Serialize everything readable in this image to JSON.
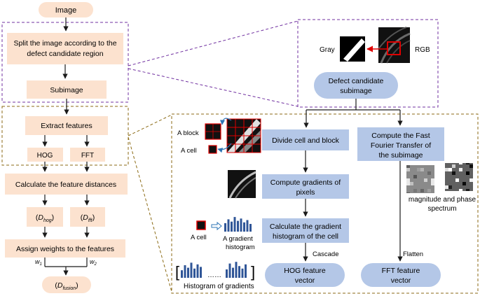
{
  "colors": {
    "peach": "#FCE2CF",
    "blue": "#B4C7E7",
    "purple_dash": "#7030A0",
    "olive_dash": "#8B6A14",
    "arrow": "#1a1a1a",
    "red": "#E00000",
    "hist_bar": "#2F5597"
  },
  "left": {
    "image": "Image",
    "split_line1": "Split the image according to the",
    "split_line2": "defect candidate region",
    "subimage": "Subimage",
    "extract": "Extract features",
    "hog": "HOG",
    "fft": "FFT",
    "calc_dist": "Calculate the feature distances",
    "d_hog_open": "(",
    "d_hog_main": "D",
    "d_hog_sub": "hog",
    "d_hog_close": ")",
    "d_fft_open": "(",
    "d_fft_main": "D",
    "d_fft_sub": "fft",
    "d_fft_close": ")",
    "assign": "Assign weights to the features",
    "w1_main": "w",
    "w1_sub": "1",
    "w2_main": "w",
    "w2_sub": "2",
    "d_fusion_open": "(",
    "d_fusion_main": "D",
    "d_fusion_sub": "fusion",
    "d_fusion_close": ")"
  },
  "upper_right": {
    "gray": "Gray",
    "rgb": "RGB",
    "defect_line1": "Defect candidate",
    "defect_line2": "subimage"
  },
  "hog_branch": {
    "divide": "Divide cell and block",
    "compute_line1": "Compute gradients of",
    "compute_line2": "pixels",
    "calc_hist_line1": "Calculate the gradient",
    "calc_hist_line2": "histogram of the cell",
    "cascade": "Cascade",
    "hog_vec_line1": "HOG feature",
    "hog_vec_line2": "vector",
    "a_block": "A block",
    "a_cell": "A cell",
    "a_cell2": "A cell",
    "grad_hist_line1": "A gradient",
    "grad_hist_line2": "histogram",
    "hist_of_grad": "Histogram of gradients",
    "dots": "……"
  },
  "fft_branch": {
    "compute_line1": "Compute the Fast",
    "compute_line2": "Fourier Transfer of",
    "compute_line3": "the subimage",
    "spectrum_line1": "magnitude and phase",
    "spectrum_line2": "spectrum",
    "flatten": "Flatten",
    "fft_vec_line1": "FFT feature",
    "fft_vec_line2": "vector"
  },
  "histograms": {
    "cell_hist": [
      0.55,
      0.8,
      0.65,
      0.95,
      0.7,
      0.85,
      0.6,
      0.75,
      0.5
    ],
    "left_group": [
      0.45,
      0.75,
      0.6,
      0.9,
      0.55,
      0.8,
      0.65
    ],
    "right_group": [
      0.5,
      0.85,
      0.6,
      0.95,
      0.7,
      0.55,
      0.8
    ]
  }
}
